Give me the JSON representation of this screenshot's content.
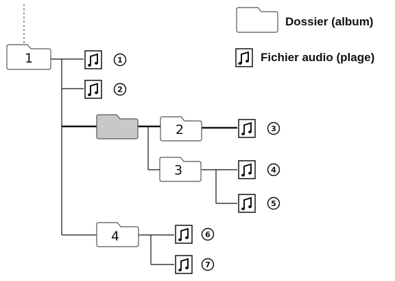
{
  "legend": {
    "folder_label": "Dossier (album)",
    "file_label": "Fichier audio (plage)"
  },
  "folders": [
    {
      "id": "f1",
      "label": "1",
      "shaded": false
    },
    {
      "id": "fx",
      "label": "",
      "shaded": true
    },
    {
      "id": "f2",
      "label": "2",
      "shaded": false
    },
    {
      "id": "f3",
      "label": "3",
      "shaded": false
    },
    {
      "id": "f4",
      "label": "4",
      "shaded": false
    }
  ],
  "tracks": [
    {
      "id": "t1",
      "number": "1"
    },
    {
      "id": "t2",
      "number": "2"
    },
    {
      "id": "t3",
      "number": "3"
    },
    {
      "id": "t4",
      "number": "4"
    },
    {
      "id": "t5",
      "number": "5"
    },
    {
      "id": "t6",
      "number": "6"
    },
    {
      "id": "t7",
      "number": "7"
    }
  ],
  "colors": {
    "line": "#111111",
    "folder_fill": "#ffffff",
    "folder_shaded_fill": "#c8c8c8",
    "folder_stroke": "#555555"
  }
}
